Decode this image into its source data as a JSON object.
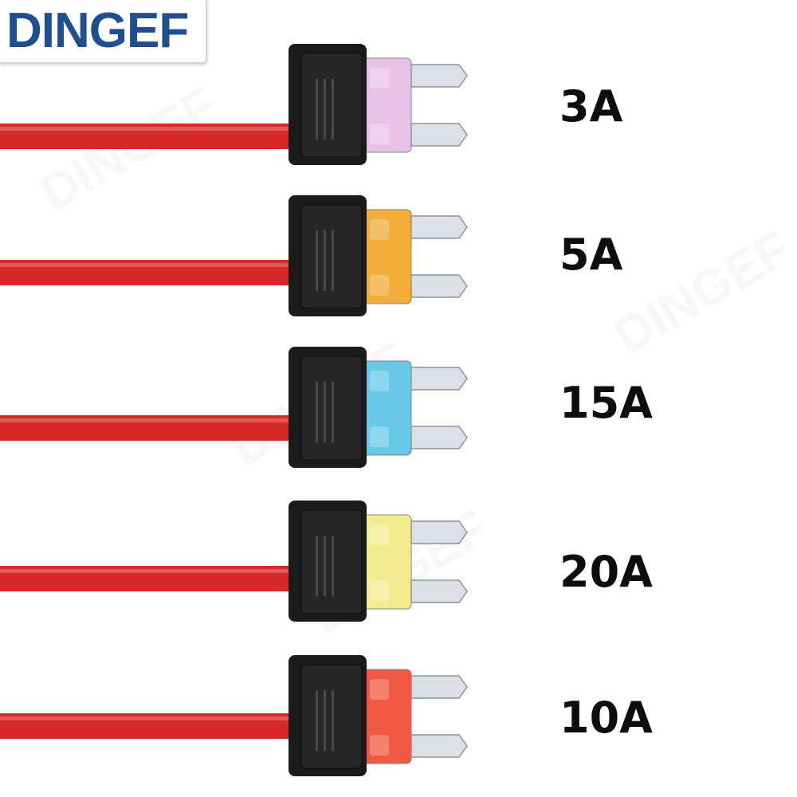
{
  "brand": {
    "name": "DINGEF",
    "color": "#1f4f8f"
  },
  "watermark_text": "DINGEF",
  "fuses": [
    {
      "rating": "3A",
      "color": "#e7bde6"
    },
    {
      "rating": "5A",
      "color": "#f0a52a"
    },
    {
      "rating": "15A",
      "color": "#5cc4e4"
    },
    {
      "rating": "20A",
      "color": "#f3ec86"
    },
    {
      "rating": "10A",
      "color": "#ee4a35"
    }
  ],
  "wire_color": "#d42a2a",
  "holder_color": "#1b1b1b"
}
